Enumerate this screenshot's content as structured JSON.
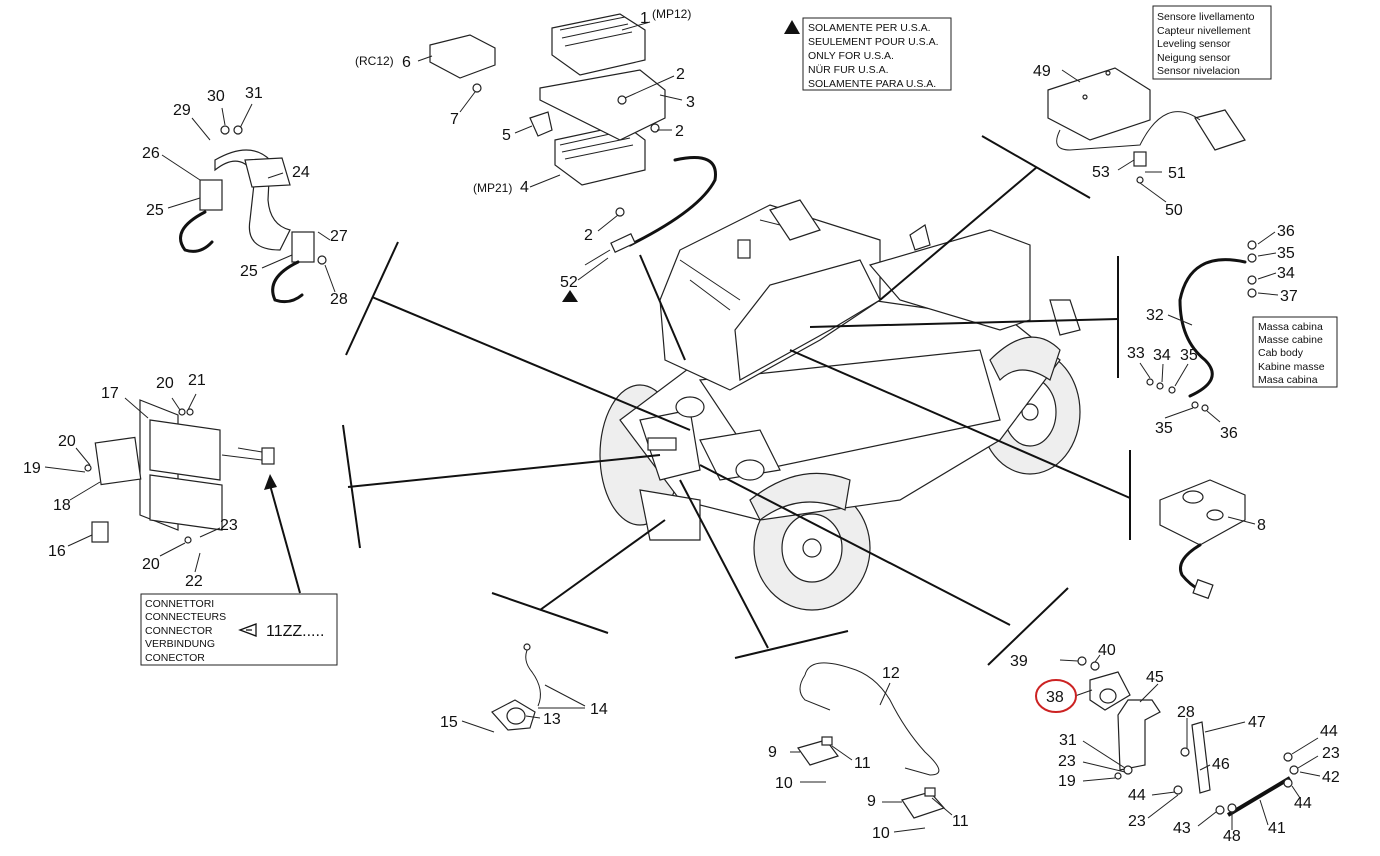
{
  "labels": {
    "l1": "1",
    "mp12": "(MP12)",
    "rc12": "(RC12)",
    "l6": "6",
    "l7": "7",
    "l2a": "2",
    "l3": "3",
    "l5": "5",
    "l2b": "2",
    "mp21": "(MP21)",
    "l4": "4",
    "l2c": "2",
    "l52": "52",
    "l29": "29",
    "l30": "30",
    "l31": "31",
    "l26": "26",
    "l24": "24",
    "l25a": "25",
    "l27": "27",
    "l25b": "25",
    "l28a": "28",
    "l17": "17",
    "l20a": "20",
    "l21": "21",
    "l20b": "20",
    "l19a": "19",
    "l18": "18",
    "l16": "16",
    "l23a": "23",
    "l20c": "20",
    "l22": "22",
    "l49": "49",
    "l53": "53",
    "l51": "51",
    "l50": "50",
    "l36a": "36",
    "l35a": "35",
    "l34a": "34",
    "l37": "37",
    "l32": "32",
    "l33": "33",
    "l34b": "34",
    "l35b": "35",
    "l35c": "35",
    "l36b": "36",
    "l8": "8",
    "l39": "39",
    "l40": "40",
    "l38": "38",
    "l45": "45",
    "l28b": "28",
    "l47": "47",
    "l31b": "31",
    "l23b": "23",
    "l19b": "19",
    "l46": "46",
    "l44a": "44",
    "l23c": "23",
    "l43": "43",
    "l48": "48",
    "l41": "41",
    "l44b": "44",
    "l23d": "23",
    "l42": "42",
    "l44c": "44",
    "l15": "15",
    "l13": "13",
    "l14": "14",
    "l12": "12",
    "l9a": "9",
    "l11a": "11",
    "l10a": "10",
    "l9b": "9",
    "l11b": "11",
    "l10b": "10",
    "connector_code": "11ZZ....."
  },
  "usa_box": [
    "SOLAMENTE PER U.S.A.",
    "SEULEMENT POUR U.S.A.",
    "ONLY FOR U.S.A.",
    "NÜR FUR U.S.A.",
    "SOLAMENTE PARA U.S.A."
  ],
  "sensor_box": [
    "Sensore livellamento",
    "Capteur nivellement",
    "Leveling sensor",
    "Neigung sensor",
    "Sensor nivelacion"
  ],
  "ground_box": [
    "Massa cabina",
    "Masse cabine",
    "Cab body",
    "Kabine masse",
    "Masa cabina"
  ],
  "connector_box": [
    "CONNETTORI",
    "CONNECTEURS",
    "CONNECTOR",
    "VERBINDUNG",
    "CONECTOR"
  ],
  "colors": {
    "line": "#222222",
    "highlight": "#cc2222",
    "background": "#ffffff"
  }
}
